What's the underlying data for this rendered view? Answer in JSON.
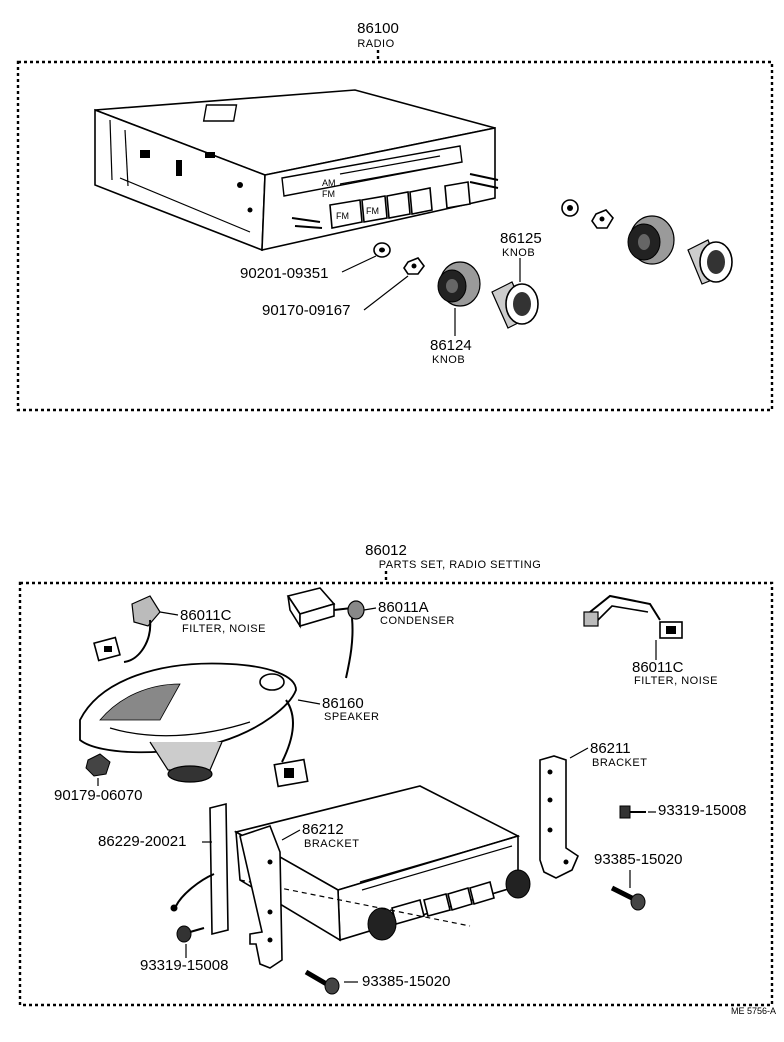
{
  "sections": [
    {
      "part_number": "86100",
      "name": "RADIO"
    },
    {
      "part_number": "86012",
      "name": "PARTS SET, RADIO SETTING"
    }
  ],
  "callouts": [
    {
      "number": "90201-09351",
      "name": ""
    },
    {
      "number": "90170-09167",
      "name": ""
    },
    {
      "number": "86125",
      "name": "KNOB"
    },
    {
      "number": "86124",
      "name": "KNOB"
    },
    {
      "number": "86011C",
      "name": "FILTER, NOISE"
    },
    {
      "number": "86011A",
      "name": "CONDENSER"
    },
    {
      "number": "86011C",
      "name": "FILTER, NOISE"
    },
    {
      "number": "86160",
      "name": "SPEAKER"
    },
    {
      "number": "90179-06070",
      "name": ""
    },
    {
      "number": "86211",
      "name": "BRACKET"
    },
    {
      "number": "93319-15008",
      "name": ""
    },
    {
      "number": "86229-20021",
      "name": ""
    },
    {
      "number": "86212",
      "name": "BRACKET"
    },
    {
      "number": "93385-15020",
      "name": ""
    },
    {
      "number": "93319-15008",
      "name": ""
    },
    {
      "number": "93385-15020",
      "name": ""
    }
  ],
  "radio_markings": {
    "button_1": "FM",
    "button_2": "FM",
    "band_am": "AM",
    "band_fm": "FM"
  },
  "drawing_ref": "ME 5756-A"
}
